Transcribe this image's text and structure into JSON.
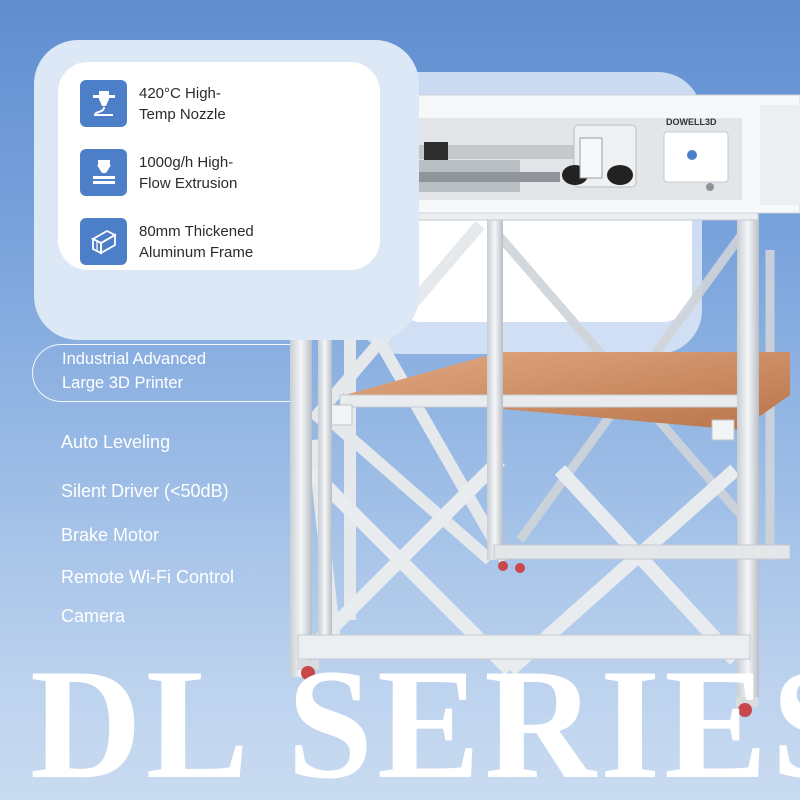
{
  "features": [
    {
      "icon": "nozzle-icon",
      "text": "420°C High-\nTemp Nozzle"
    },
    {
      "icon": "extrusion-icon",
      "text": "1000g/h High-\nFlow Extrusion"
    },
    {
      "icon": "frame-profile-icon",
      "text": "80mm Thickened\nAluminum Frame"
    }
  ],
  "tagline": "Industrial Advanced\nLarge 3D Printer",
  "specs": [
    "Auto Leveling",
    "Silent Driver (<50dB)",
    "Brake Motor",
    "Remote Wi-Fi Control",
    "Camera"
  ],
  "brand": "DOWELL3D",
  "series_title": "DL SERIES",
  "colors": {
    "background_top": "#5f8ed0",
    "background_bottom": "#c9dbf1",
    "icon_tile": "#4d7fc8",
    "print_bed": "#c98a5e",
    "frame": "#e8ebee"
  }
}
